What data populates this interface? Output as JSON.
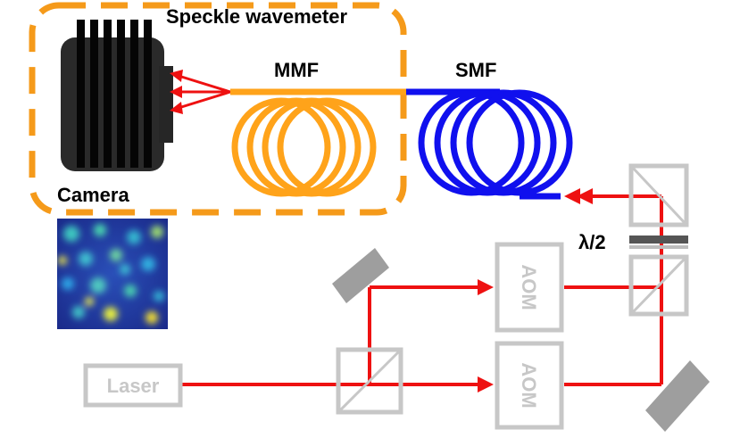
{
  "labels": {
    "speckle_wavemeter": "Speckle wavemeter",
    "mmf": "MMF",
    "smf": "SMF",
    "camera": "Camera",
    "half_wave_plate": "λ/2",
    "laser": "Laser",
    "aom_top": "AOM",
    "aom_bottom": "AOM"
  },
  "colors": {
    "beam": "#ee1111",
    "mmf_fiber": "#ffa31a",
    "smf_fiber": "#1010ee",
    "dashed_box": "#f59a1a",
    "optic_gray": "#bfbfbf",
    "camera_body": "#2a2a2a"
  },
  "icons": {
    "camera": "camera-icon",
    "speckle_image": "speckle-pattern-image",
    "mirror": "mirror-icon",
    "beam_splitter": "beam-splitter-icon",
    "waveplate": "waveplate-icon"
  }
}
